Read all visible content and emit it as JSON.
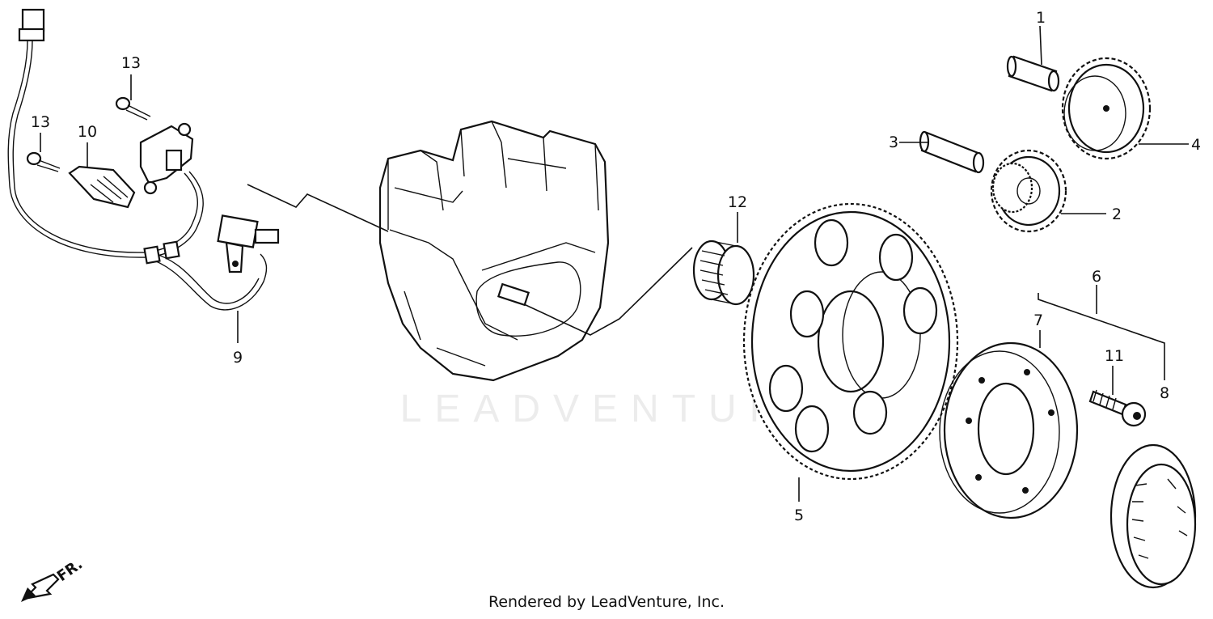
{
  "watermark": "LEADVENTURE",
  "footer": "Rendered by LeadVenture, Inc.",
  "direction_label": "FR.",
  "callouts": [
    {
      "id": "1",
      "label": "1"
    },
    {
      "id": "2",
      "label": "2"
    },
    {
      "id": "3",
      "label": "3"
    },
    {
      "id": "4",
      "label": "4"
    },
    {
      "id": "5",
      "label": "5"
    },
    {
      "id": "6",
      "label": "6"
    },
    {
      "id": "7",
      "label": "7"
    },
    {
      "id": "8",
      "label": "8"
    },
    {
      "id": "9",
      "label": "9"
    },
    {
      "id": "10",
      "label": "10"
    },
    {
      "id": "11",
      "label": "11"
    },
    {
      "id": "12",
      "label": "12"
    },
    {
      "id": "13a",
      "label": "13"
    },
    {
      "id": "13b",
      "label": "13"
    }
  ]
}
